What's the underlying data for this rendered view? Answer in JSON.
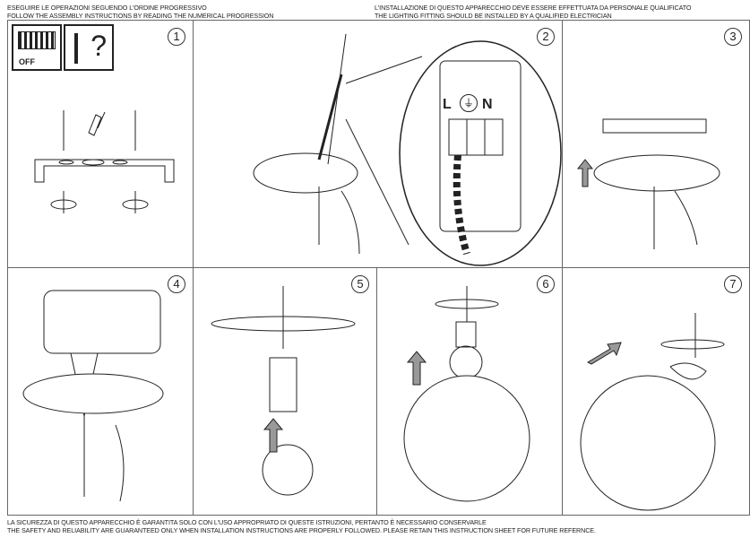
{
  "header": {
    "left": [
      "ESEGUIRE LE OPERAZIONI SEGUENDO L'ORDINE PROGRESSIVO",
      "FOLLOW THE ASSEMBLY INSTRUCTIONS BY READING THE NUMERICAL PROGRESSION"
    ],
    "right": [
      "L'INSTALLAZIONE DI QUESTO APPARECCHIO DEVE ESSERE EFFETTUATA DA PERSONALE QUALIFICATO",
      "THE LIGHTING FITTING SHOULD BE INSTALLED BY A QUALIFIED ELECTRICIAN"
    ]
  },
  "steps": [
    "1",
    "2",
    "3",
    "4",
    "5",
    "6",
    "7"
  ],
  "step1": {
    "switch_label": "OFF",
    "question": "?"
  },
  "step2": {
    "terminals": [
      "L",
      "N"
    ]
  },
  "footer": [
    "LA SICUREZZA DI QUESTO APPARECCHIO È GARANTITA SOLO CON L'USO APPROPRIATO DI QUESTE ISTRUZIONI, PERTANTO È NECESSARIO CONSERVARLE",
    "THE SAFETY AND RELIABILITY ARE GUARANTEED ONLY WHEN INSTALLATION INSTRUCTIONS ARE PROPERLY FOLLOWED. PLEASE RETAIN THIS INSTRUCTION SHEET FOR FUTURE REFERNCE."
  ]
}
